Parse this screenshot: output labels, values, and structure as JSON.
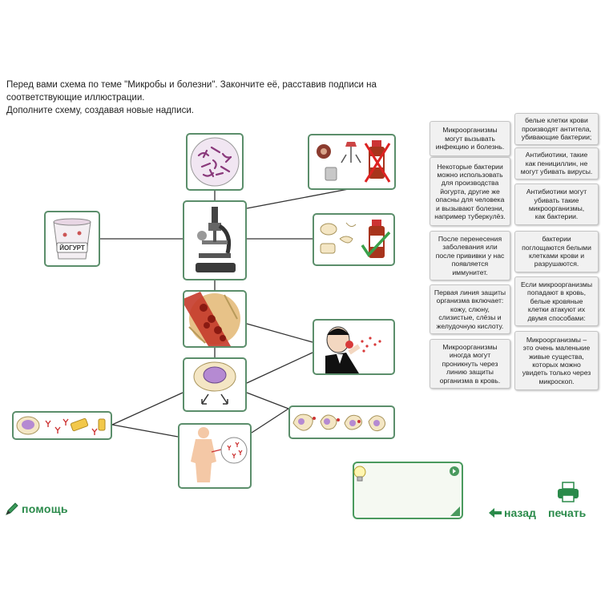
{
  "instructions": {
    "line1": "Перед вами схема по теме \"Микробы и болезни\". Закончите её, расставив подписи на",
    "line2": "соответствующие иллюстрации.",
    "line3": "Дополните схему, создавая новые надписи."
  },
  "yogurt_label": "ЙОГУРТ",
  "captions": [
    {
      "lines": [
        "Микроорганизмы",
        "могут вызывать",
        "инфекцию и болезнь."
      ]
    },
    {
      "lines": [
        "белые клетки крови",
        "производят антитела,",
        "убивающие бактерии;"
      ]
    },
    {
      "lines": [
        "Некоторые бактерии",
        "можно использовать",
        "для производства",
        "йогурта, другие же",
        "опасны для человека",
        "и вызывают болезни,",
        "например туберкулёз."
      ]
    },
    {
      "lines": [
        "Антибиотики, такие",
        "как пенициллин, не",
        "могут убивать вирусы."
      ]
    },
    {
      "lines": [
        "Антибиотики могут",
        "убивать такие",
        "микроорганизмы,",
        "как бактерии."
      ]
    },
    {
      "lines": [
        "После перенесения",
        "заболевания или",
        "после прививки у нас",
        "появляется",
        "иммунитет."
      ]
    },
    {
      "lines": [
        "бактерии",
        "поглощаются белыми",
        "клетками крови и",
        "разрушаются."
      ]
    },
    {
      "lines": [
        "Первая линия защиты",
        "организма включает:",
        "кожу, слюну,",
        "слизистые, слёзы и",
        "желудочную кислоту."
      ]
    },
    {
      "lines": [
        "Если микроорганизмы",
        "попадают в кровь,",
        "белые кровяные",
        "клетки атакуют их",
        "двумя способами:"
      ]
    },
    {
      "lines": [
        "Микроорганизмы",
        "иногда могут",
        "проникнуть через",
        "линию защиты",
        "организма в кровь."
      ]
    },
    {
      "lines": [
        "Микроорганизмы –",
        "это очень маленькие",
        "живые существа,",
        "которых можно",
        "увидеть только через",
        "микроскоп."
      ]
    }
  ],
  "controls": {
    "help": "помощь",
    "back": "назад",
    "print": "печать"
  },
  "colors": {
    "accent": "#2a8a4a",
    "card_border": "#5b8e6b",
    "caption_bg": "#f1f1f1"
  }
}
